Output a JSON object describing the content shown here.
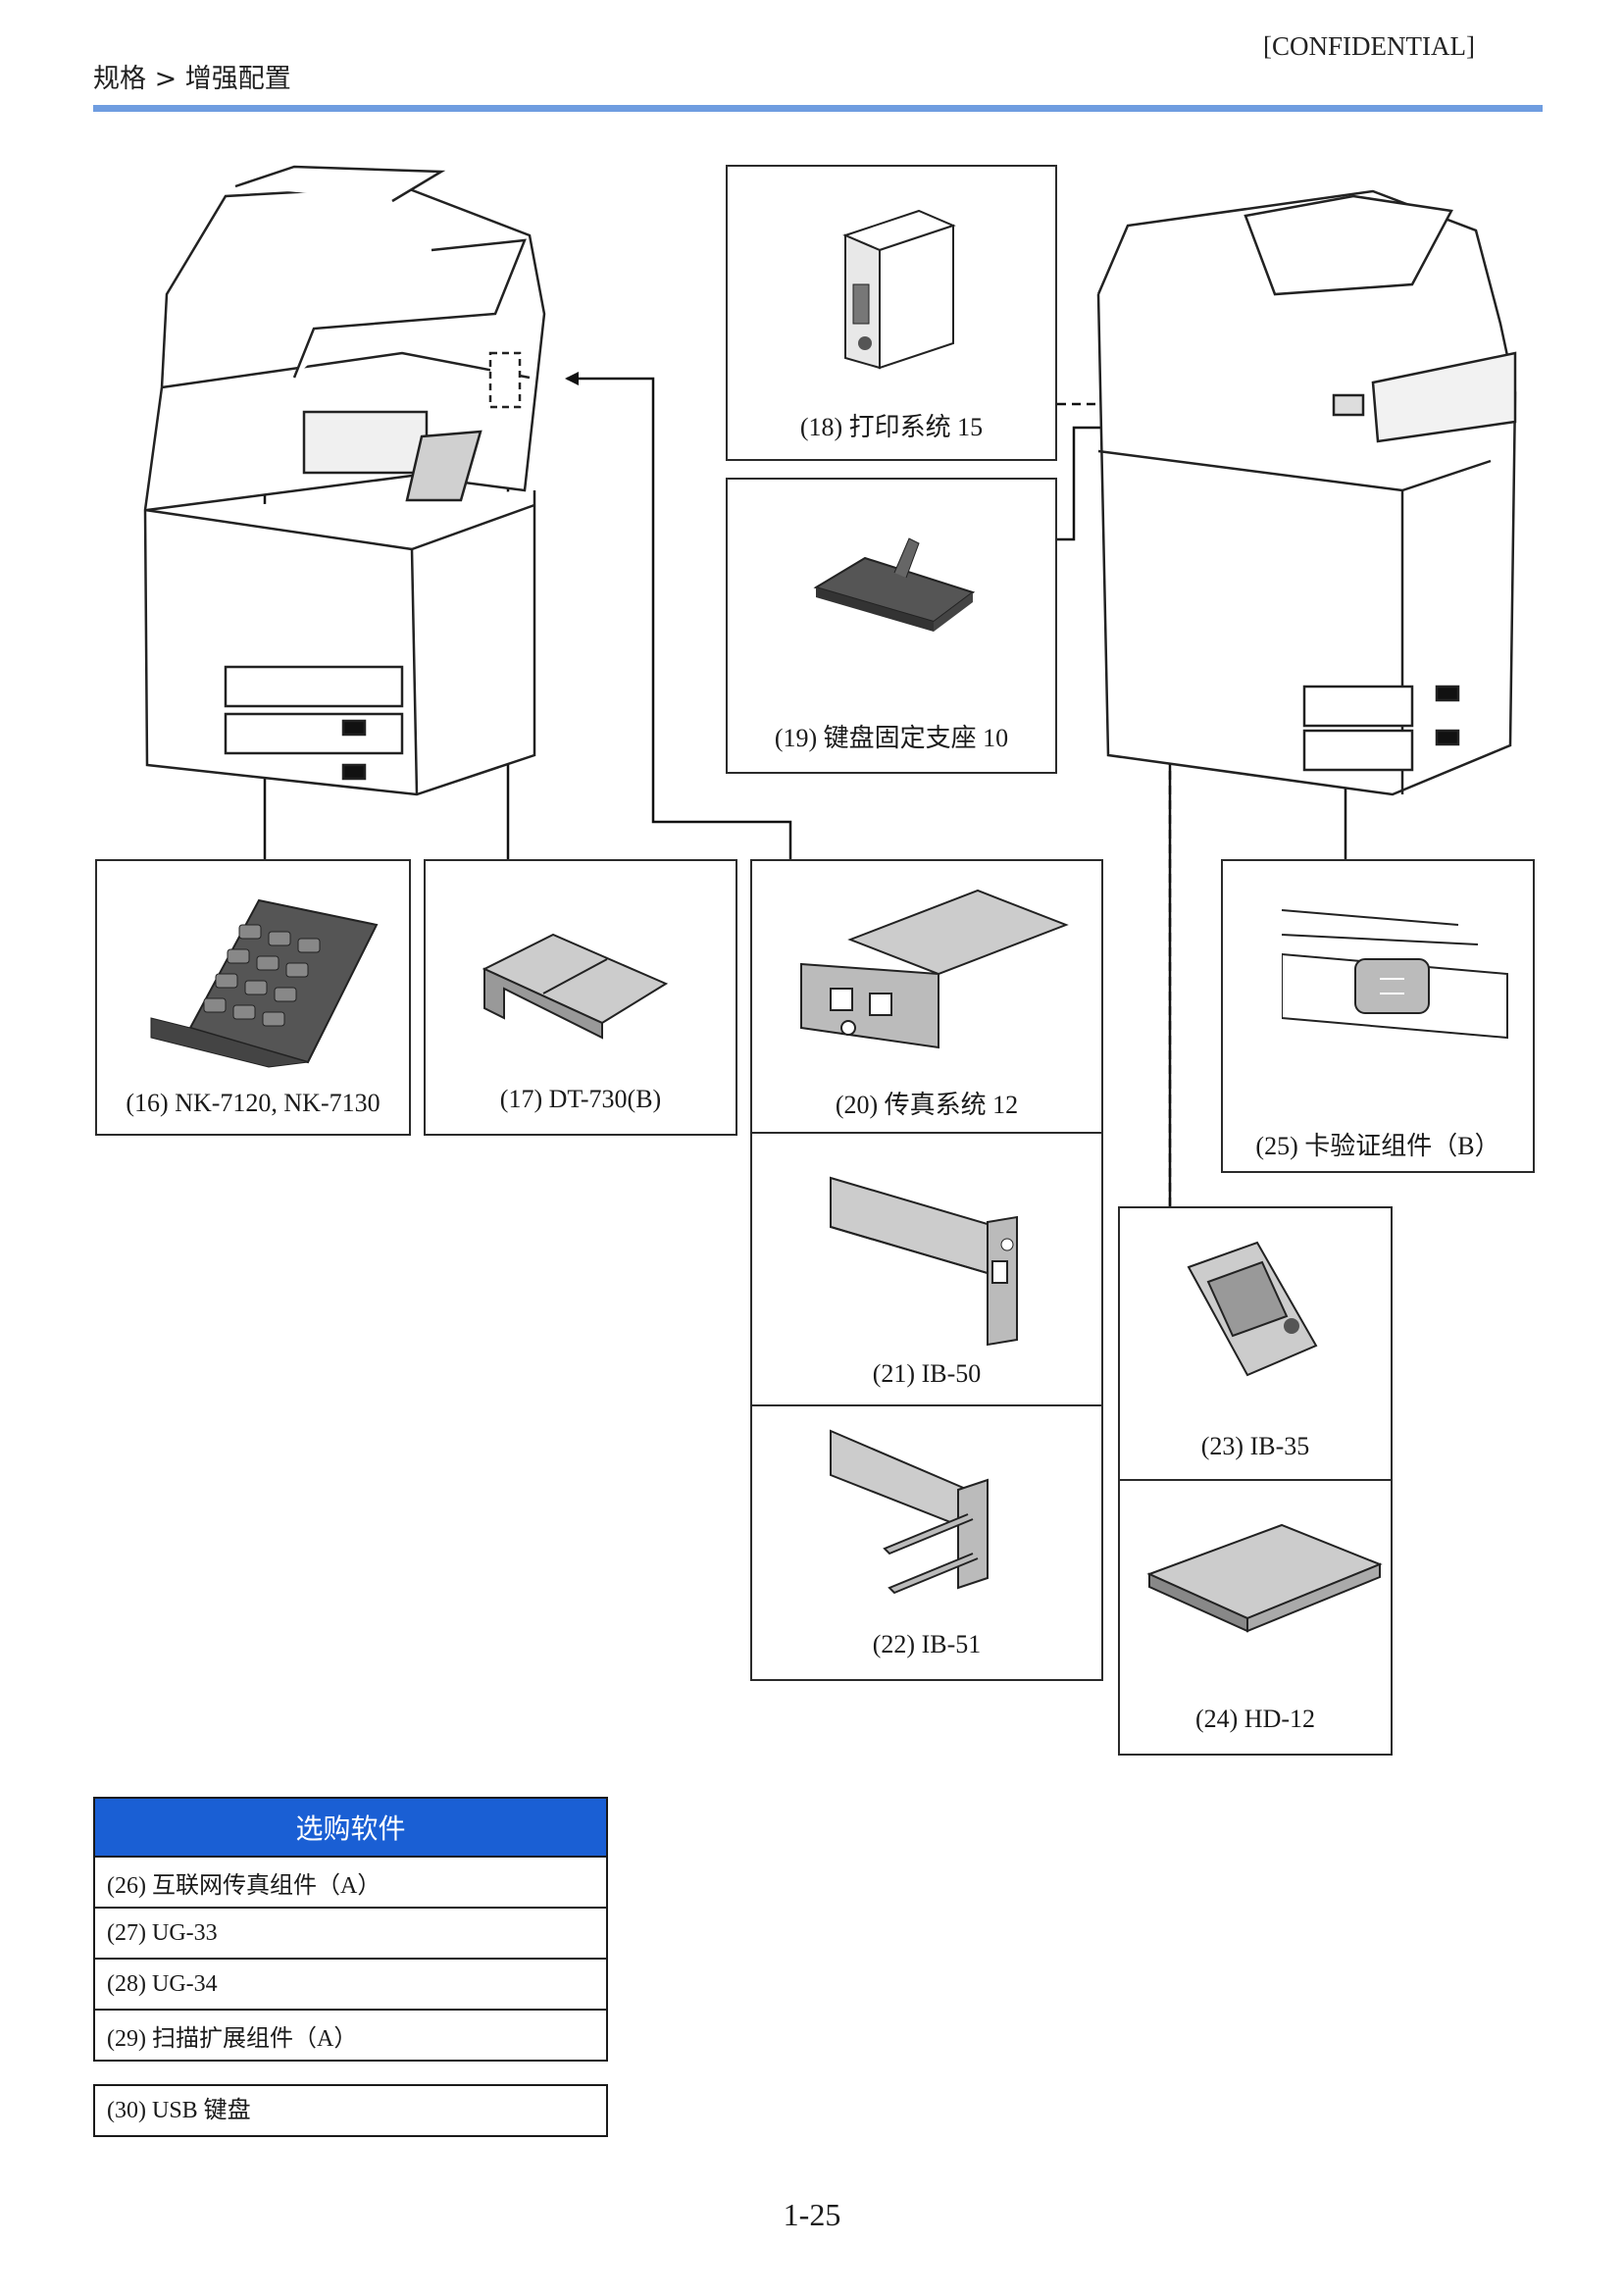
{
  "header": {
    "breadcrumb": "规格 > 增强配置",
    "confidential": "[CONFIDENTIAL]"
  },
  "options": [
    {
      "id": "18",
      "caption": "(18) 打印系统 15",
      "icon": "print-system-board"
    },
    {
      "id": "19",
      "caption": "(19) 键盘固定支座 10",
      "icon": "keyboard-holder"
    },
    {
      "id": "16",
      "caption": "(16) NK-7120, NK-7130",
      "icon": "numeric-keypad"
    },
    {
      "id": "17",
      "caption": "(17) DT-730(B)",
      "icon": "document-tray"
    },
    {
      "id": "20",
      "caption": "(20) 传真系统 12",
      "icon": "fax-board"
    },
    {
      "id": "25",
      "caption": "(25) 卡验证组件（B）",
      "icon": "card-reader"
    },
    {
      "id": "21",
      "caption": "(21) IB-50",
      "icon": "network-card"
    },
    {
      "id": "23",
      "caption": "(23) IB-35",
      "icon": "wireless-card"
    },
    {
      "id": "22",
      "caption": "(22) IB-51",
      "icon": "wireless-interface-card"
    },
    {
      "id": "24",
      "caption": "(24) HD-12",
      "icon": "ssd"
    }
  ],
  "software": {
    "title": "选购软件",
    "items": [
      "(26) 互联网传真组件（A）",
      "(27) UG-33",
      "(28) UG-34",
      "(29) 扫描扩展组件（A）"
    ]
  },
  "usb_keyboard": "(30) USB 键盘",
  "page_number": "1-25"
}
